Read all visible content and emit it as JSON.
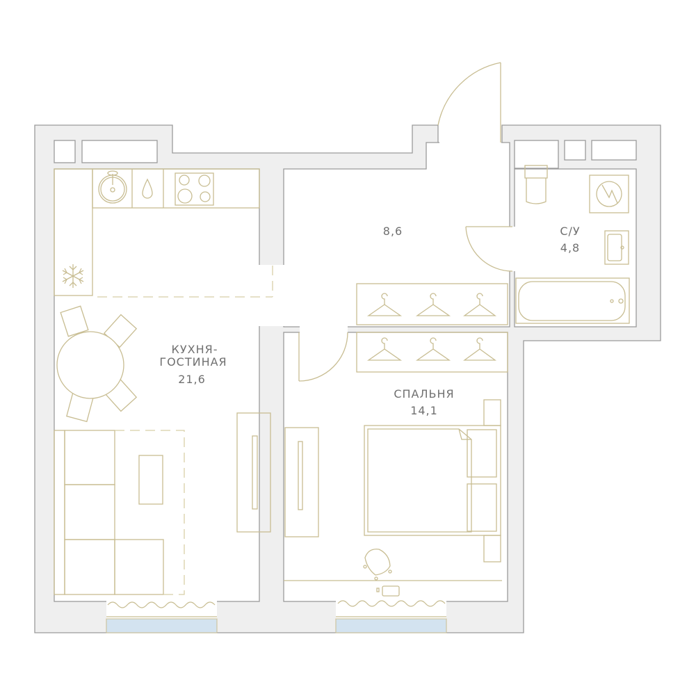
{
  "rooms": {
    "kitchen_living": {
      "name_line1": "КУХНЯ-",
      "name_line2": "ГОСТИНАЯ",
      "area": "21,6"
    },
    "hallway": {
      "area": "8,6"
    },
    "bathroom": {
      "name": "С/У",
      "area": "4,8"
    },
    "bedroom": {
      "name": "СПАЛЬНЯ",
      "area": "14,1"
    }
  },
  "colors": {
    "wall": "#efefef",
    "furniture": "#c8bd92",
    "window": "#d3e3f0",
    "label": "#707070"
  }
}
